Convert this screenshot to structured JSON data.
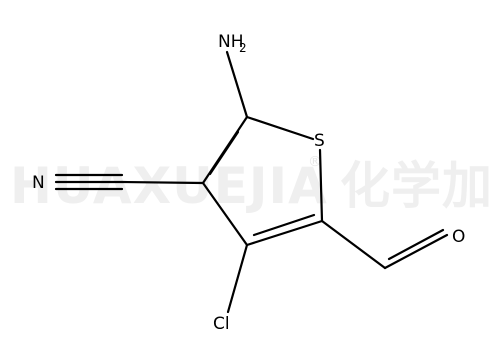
{
  "watermark": {
    "text": "HUAXUEJIA",
    "registered_mark": "®",
    "text_cjk": "化学加",
    "color": "#efefef"
  },
  "atoms": {
    "amine_label": "NH",
    "amine_subscript": "2",
    "sulfur_label": "S",
    "nitrile_n_label": "N",
    "oxygen_label": "O",
    "chlorine_label": "Cl"
  },
  "colors": {
    "ink": "#000000",
    "background": "#ffffff"
  }
}
